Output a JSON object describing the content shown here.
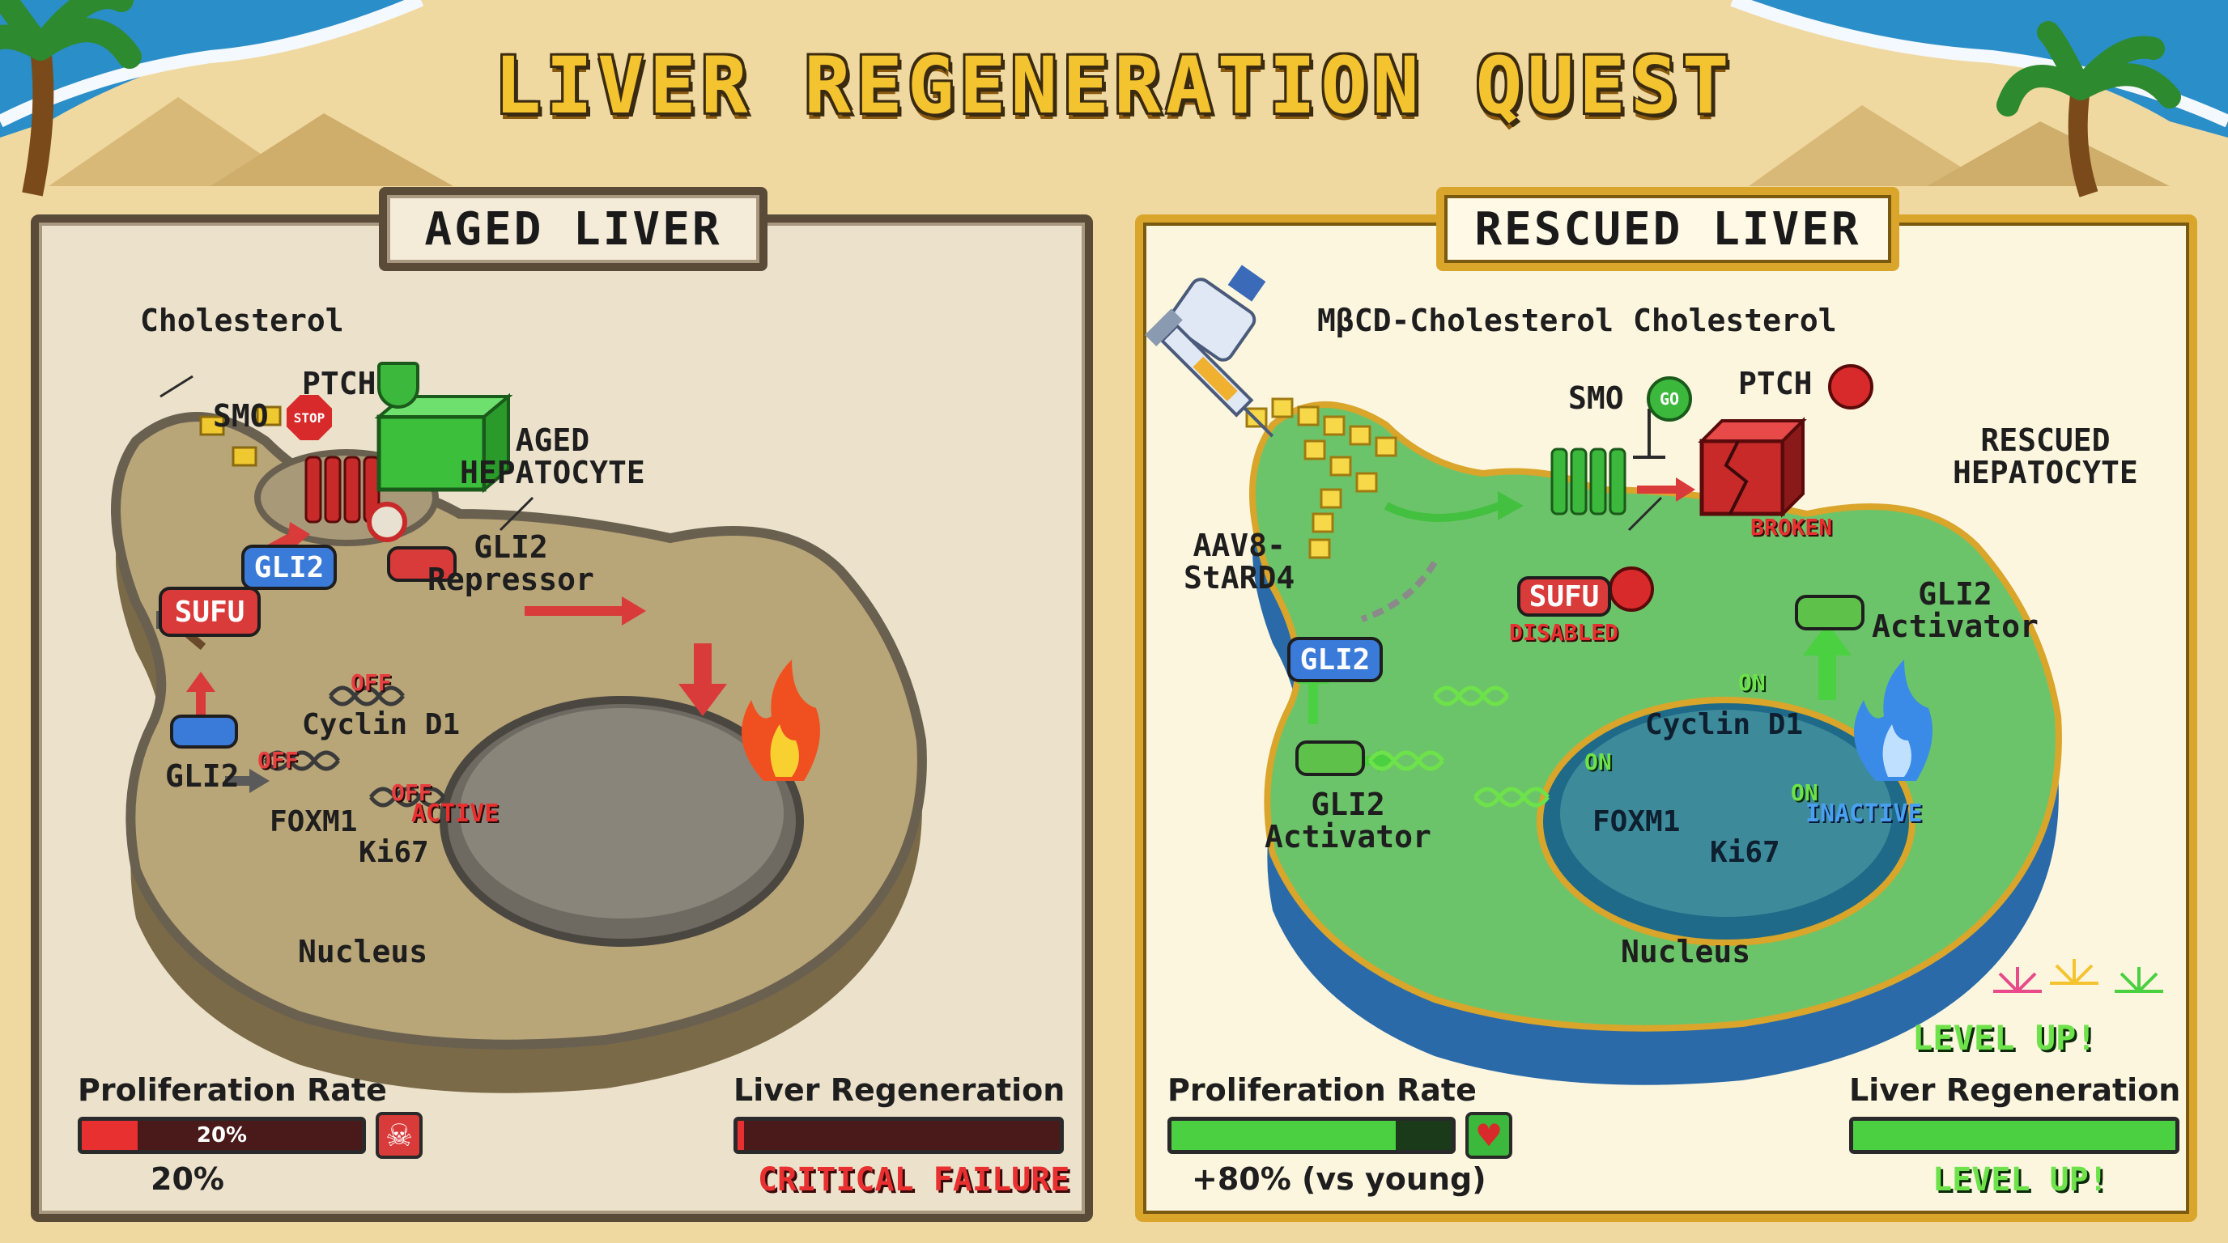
{
  "title": "LIVER REGENERATION QUEST",
  "aged": {
    "panel_title": "AGED LIVER",
    "cholesterol": "Cholesterol",
    "smo": "SMO",
    "smo_badge": "STOP",
    "ptch": "PTCH",
    "cell_label": "AGED\nHEPATOCYTE",
    "gli2_pill": "GLI2",
    "sufu": "SUFU",
    "gli2_repressor": "GLI2\nRepressor",
    "gli2_bottom": "GLI2",
    "nucleus": "Nucleus",
    "genes": [
      {
        "name": "Cyclin D1",
        "state": "OFF"
      },
      {
        "name": "FOXM1",
        "state": "OFF"
      },
      {
        "name": "Ki67",
        "state": "OFF"
      }
    ],
    "fire_status": "ACTIVE",
    "prolif_label": "Proliferation Rate",
    "prolif_bar_text": "20%",
    "prolif_value": "20%",
    "prolif_fraction": 0.2,
    "regen_label": "Liver Regeneration",
    "regen_fraction": 0.02,
    "regen_status": "CRITICAL FAILURE",
    "skull_icon": "skull-icon"
  },
  "rescued": {
    "panel_title": "RESCUED LIVER",
    "mbcd": "MβCD-Cholesterol",
    "cholesterol": "Cholesterol",
    "aav": "AAV8-\nStARD4",
    "smo": "SMO",
    "smo_badge": "GO",
    "ptch": "PTCH",
    "ptch_status": "BROKEN",
    "cell_label": "RESCUED\nHEPATOCYTE",
    "sufu": "SUFU",
    "sufu_status": "DISABLED",
    "gli2_pill": "GLI2",
    "gli2_activator_top": "GLI2\nActivator",
    "gli2_activator_left": "GLI2\nActivator",
    "nucleus": "Nucleus",
    "genes": [
      {
        "name": "Cyclin D1",
        "state": "ON"
      },
      {
        "name": "FOXM1",
        "state": "ON"
      },
      {
        "name": "Ki67",
        "state": "ON"
      }
    ],
    "fire_status": "INACTIVE",
    "level_up_top": "LEVEL UP!",
    "prolif_label": "Proliferation Rate",
    "prolif_fraction": 0.8,
    "prolif_value": "+80% (vs young)",
    "regen_label": "Liver Regeneration",
    "regen_fraction": 1.0,
    "regen_status": "LEVEL UP!",
    "heart_icon": "heart-icon"
  },
  "colors": {
    "aged_cell": "#b8a578",
    "rescued_cell": "#6cc46a",
    "accent_gold": "#f4c430",
    "red": "#d93a3a",
    "green": "#5ec24a",
    "blue": "#3a7ad9"
  }
}
